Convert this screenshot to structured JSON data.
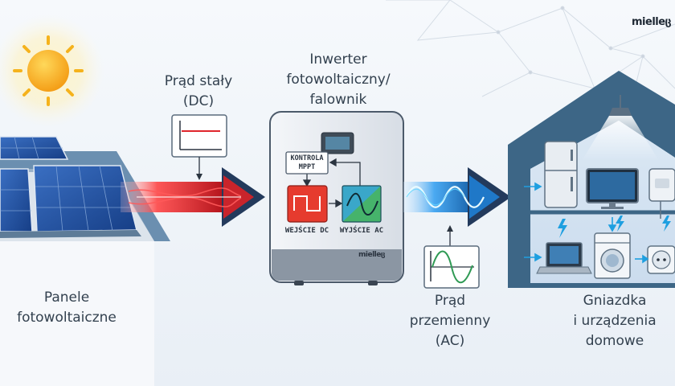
{
  "brand": {
    "logo_text": "mielleც",
    "inverter_logo_text": "mielleც"
  },
  "labels": {
    "panels": "Panele\nfotowoltaiczne",
    "dc_current": "Prąd stały\n(DC)",
    "inverter": "Inwerter\nfotowoltaiczny/\nfalownik",
    "ac_current": "Prąd\nprzemienny\n(AC)",
    "home": "Gniazdka\ni urządzenia\ndomowe"
  },
  "inverter": {
    "mppt_label": "KONTROLA\nMPPT",
    "dc_input_label": "WEJŚCIE DC",
    "ac_output_label": "WYJŚCIE AC"
  },
  "colors": {
    "dc_arrow": "#e8212a",
    "ac_arrow": "#1f8fe0",
    "arrow_head": "#233a5c",
    "dc_block": "#e63b2e",
    "ac_block": "#3aa7c9",
    "sun": "#f6b21b"
  },
  "icons": [
    "sun-icon",
    "solar-panel-icon",
    "dc-graph-icon",
    "ac-graph-icon",
    "fridge-icon",
    "tv-icon",
    "laptop-icon",
    "washing-machine-icon",
    "socket-icon",
    "ceiling-lamp-icon",
    "plug-icon",
    "lightning-icon"
  ]
}
